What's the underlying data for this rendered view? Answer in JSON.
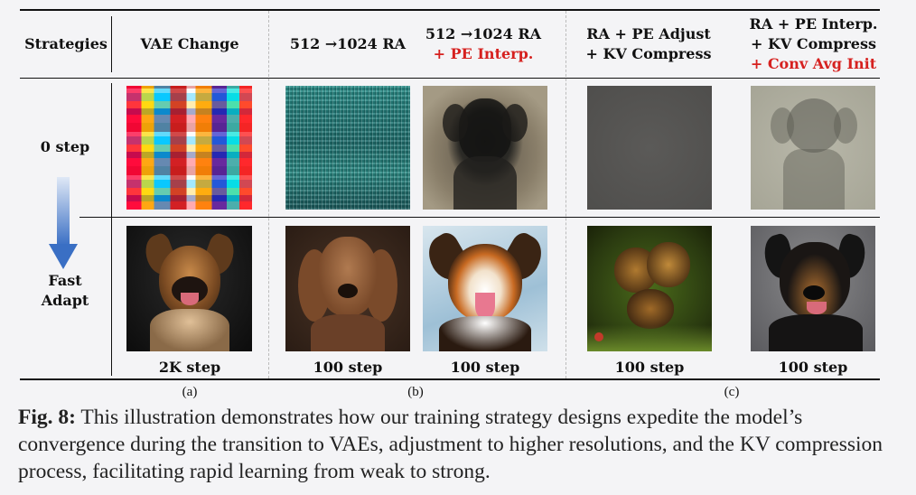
{
  "header": {
    "strategies": "Strategies",
    "vae_change": "VAE Change",
    "ra": "512 →1024 RA",
    "ra_pe_line1": "512 →1024 RA",
    "ra_pe_line2": "+ PE Interp.",
    "adjust_line1": "RA + PE Adjust",
    "adjust_line2": "+ KV Compress",
    "conv_line1": "RA + PE Interp.",
    "conv_line2": "+ KV Compress",
    "conv_line3": "+ Conv Avg Init"
  },
  "rows": {
    "zero_step": "0 step",
    "fast_line1": "Fast",
    "fast_line2": "Adapt"
  },
  "steps": [
    "2K step",
    "100 step",
    "100 step",
    "100 step",
    "100 step"
  ],
  "subfigures": [
    "(a)",
    "(b)",
    "(c)"
  ],
  "caption": {
    "label": "Fig. 8:",
    "text": " This illustration demonstrates how our training strategy designs expedite the model’s convergence during the transition to VAEs, adjustment to higher resolutions, and the KV compression process, facilitating rapid learning from weak to strong."
  },
  "colors": {
    "accent_red": "#d6211f",
    "arrow_blue": "#3a6fc4"
  }
}
